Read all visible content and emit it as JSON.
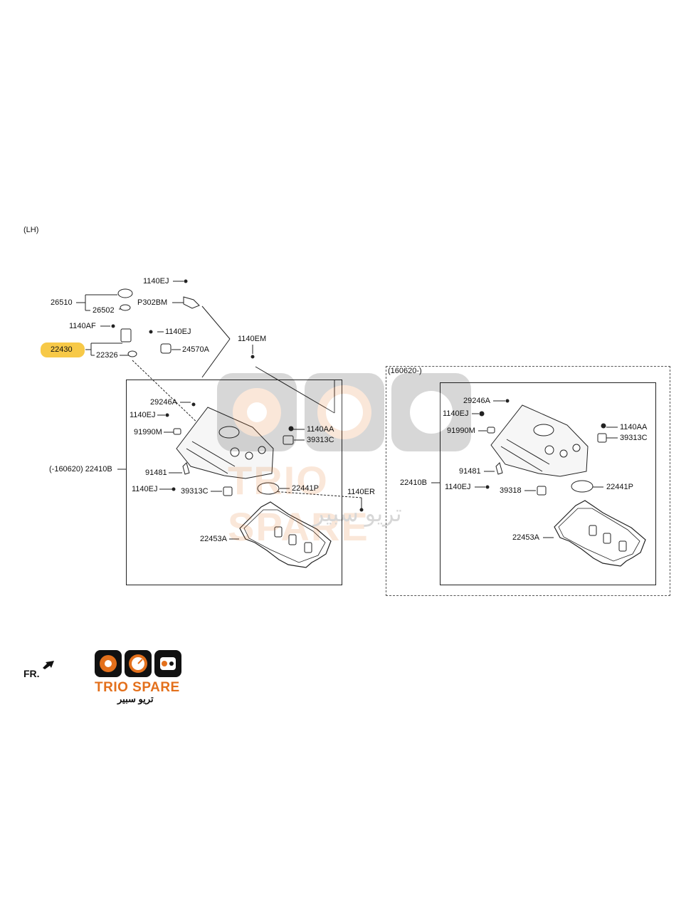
{
  "header": {
    "side_label": "(LH)"
  },
  "left_panel": {
    "labels": {
      "p1140ej_top": "1140EJ",
      "p26510": "26510",
      "p26502": "26502",
      "pP302BM": "P302BM",
      "p1140af": "1140AF",
      "p1140ej_mid": "1140EJ",
      "p22430": "22430",
      "p24570a": "24570A",
      "p22326": "22326",
      "p1140em": "1140EM",
      "p29246a": "29246A",
      "p1140ej_left": "1140EJ",
      "p1140aa": "1140AA",
      "p91990m": "91990M",
      "p39313c_right": "39313C",
      "p22410b": "(-160620) 22410B",
      "p91481": "91481",
      "p1140ej_bottom": "1140EJ",
      "p39313c_bottom": "39313C",
      "p22441p": "22441P",
      "p1140er": "1140ER",
      "p22453a": "22453A"
    }
  },
  "right_panel": {
    "date_label": "(160620-)",
    "labels": {
      "p29246a": "29246A",
      "p1140ej_top": "1140EJ",
      "p1140aa": "1140AA",
      "p91990m": "91990M",
      "p39313c": "39313C",
      "p91481": "91481",
      "p22410b": "22410B",
      "p1140ej_bottom": "1140EJ",
      "p39318": "39318",
      "p22441p": "22441P",
      "p22453a": "22453A"
    }
  },
  "watermark": {
    "brand": "TRIO SPARE",
    "arabic": "تريو سبير"
  },
  "footer": {
    "direction_label": "FR.",
    "logo_brand": "TRIO SPARE",
    "logo_arabic": "تريو سبير"
  },
  "colors": {
    "highlight": "#f7c948",
    "brand_orange": "#e3701c",
    "line": "#222222"
  }
}
